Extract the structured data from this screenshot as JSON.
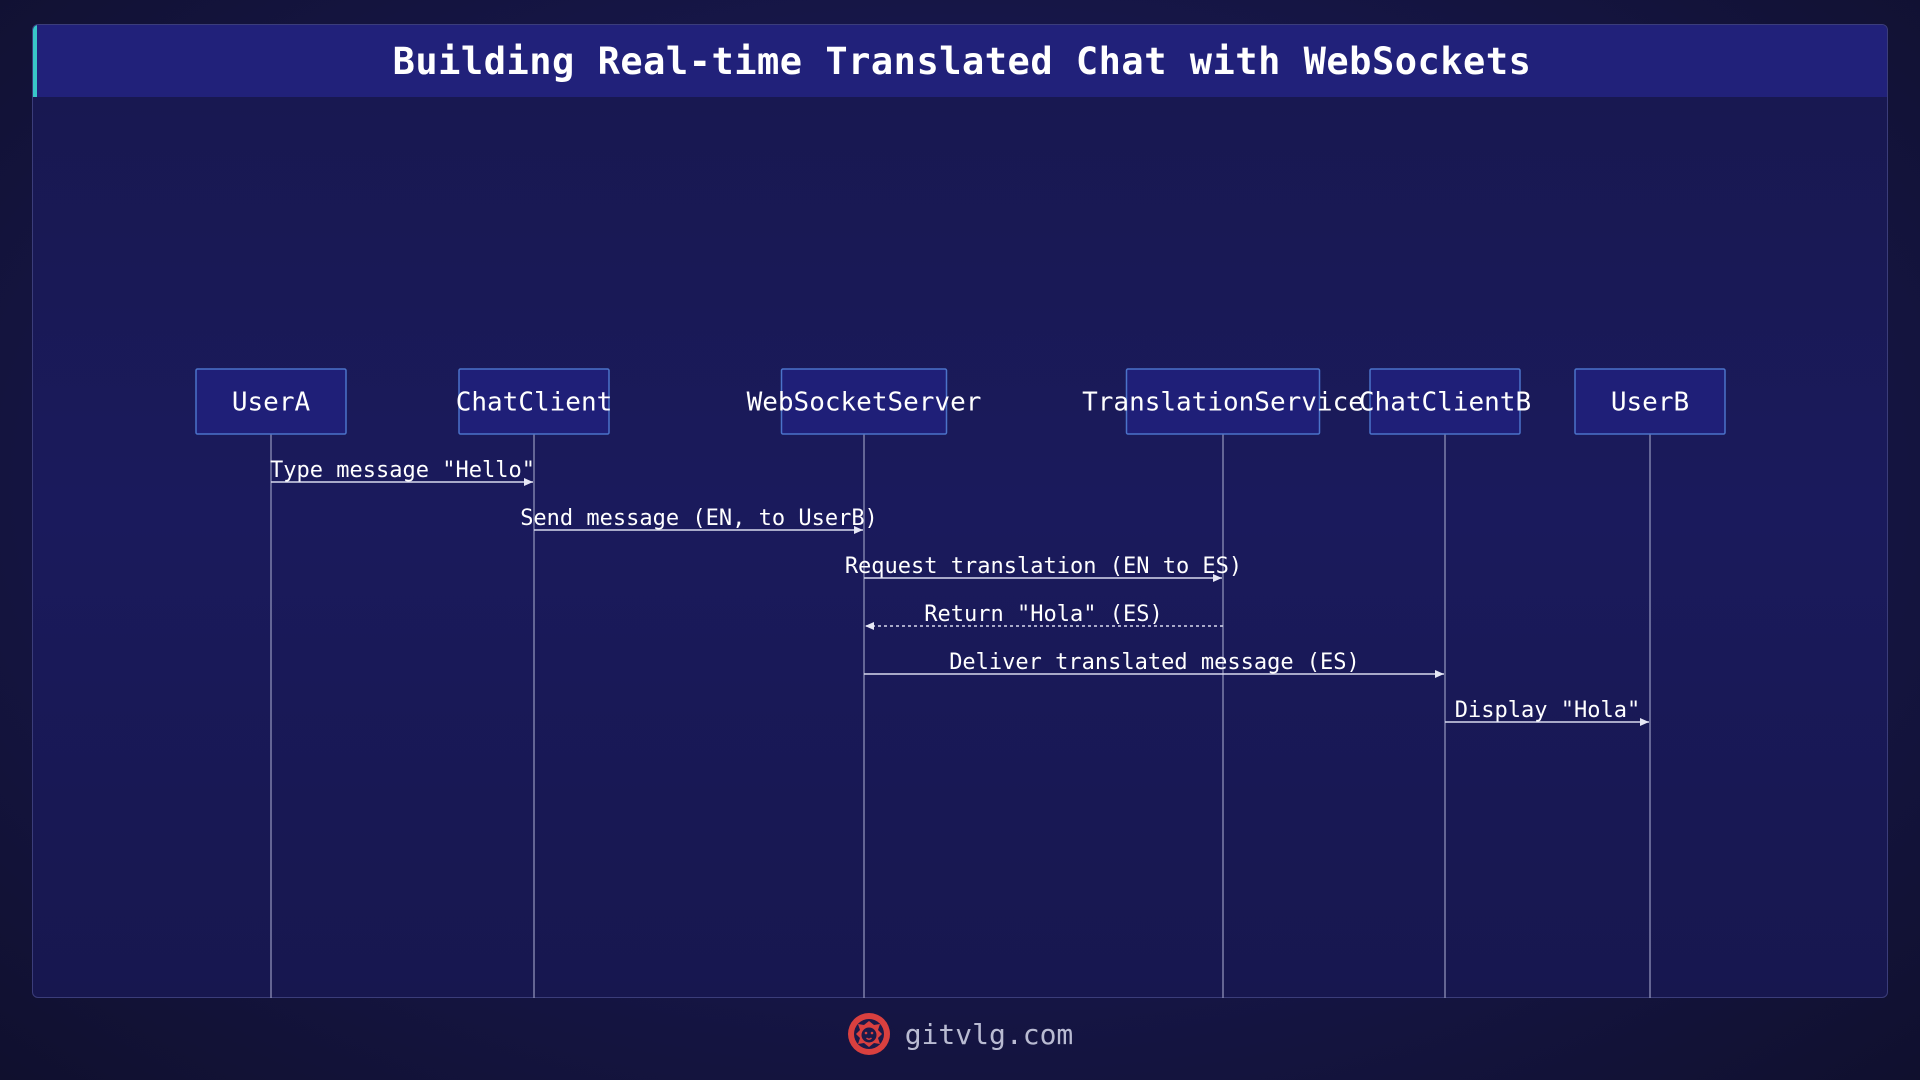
{
  "title": "Building Real-time Translated Chat with WebSockets",
  "colors": {
    "accent": "#38c6c8",
    "header_bg": "#21217a",
    "box_fill": "#1f1f78",
    "box_stroke": "#4b73c9",
    "logo": "#d9403f"
  },
  "participants": [
    {
      "name": "UserA"
    },
    {
      "name": "ChatClient"
    },
    {
      "name": "WebSocketServer"
    },
    {
      "name": "TranslationService"
    },
    {
      "name": "ChatClientB"
    },
    {
      "name": "UserB"
    }
  ],
  "messages": [
    {
      "from": 0,
      "to": 1,
      "label": "Type message \"Hello\"",
      "style": "solid"
    },
    {
      "from": 1,
      "to": 2,
      "label": "Send message (EN, to UserB)",
      "style": "solid"
    },
    {
      "from": 2,
      "to": 3,
      "label": "Request translation (EN to ES)",
      "style": "solid"
    },
    {
      "from": 3,
      "to": 2,
      "label": "Return \"Hola\" (ES)",
      "style": "dotted"
    },
    {
      "from": 2,
      "to": 4,
      "label": "Deliver translated message (ES)",
      "style": "solid"
    },
    {
      "from": 4,
      "to": 5,
      "label": "Display \"Hola\"",
      "style": "solid"
    }
  ],
  "footer": {
    "site": "gitvlg.com",
    "logo_icon": "lion-head-icon"
  }
}
